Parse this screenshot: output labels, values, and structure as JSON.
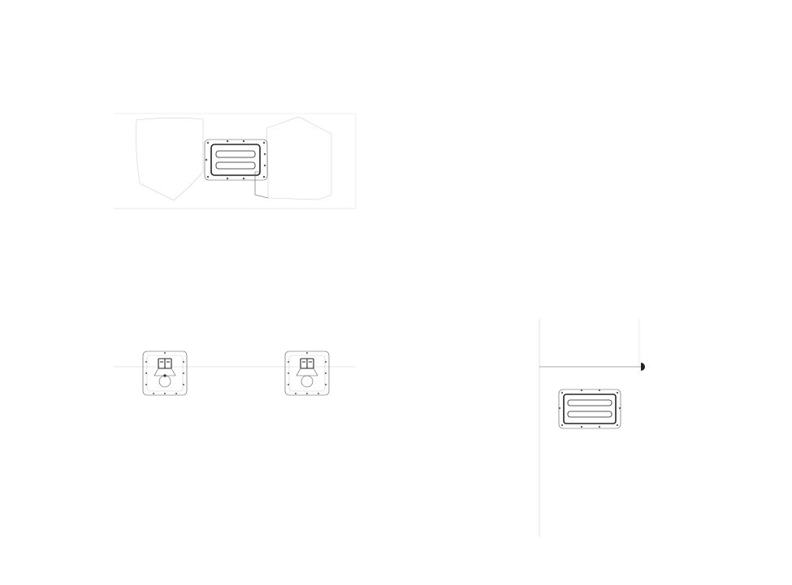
{
  "diagram": {
    "colors": {
      "line": "#555555",
      "light_line": "#cfcfcf",
      "faint_line": "#e2e2e2",
      "ink": "#222222",
      "background": "#ffffff"
    },
    "views": [
      {
        "name": "top-view-panel-handle-installed"
      },
      {
        "name": "front-view-handle-left"
      },
      {
        "name": "front-view-handle-right"
      },
      {
        "name": "section-view-panel-handle"
      }
    ]
  }
}
